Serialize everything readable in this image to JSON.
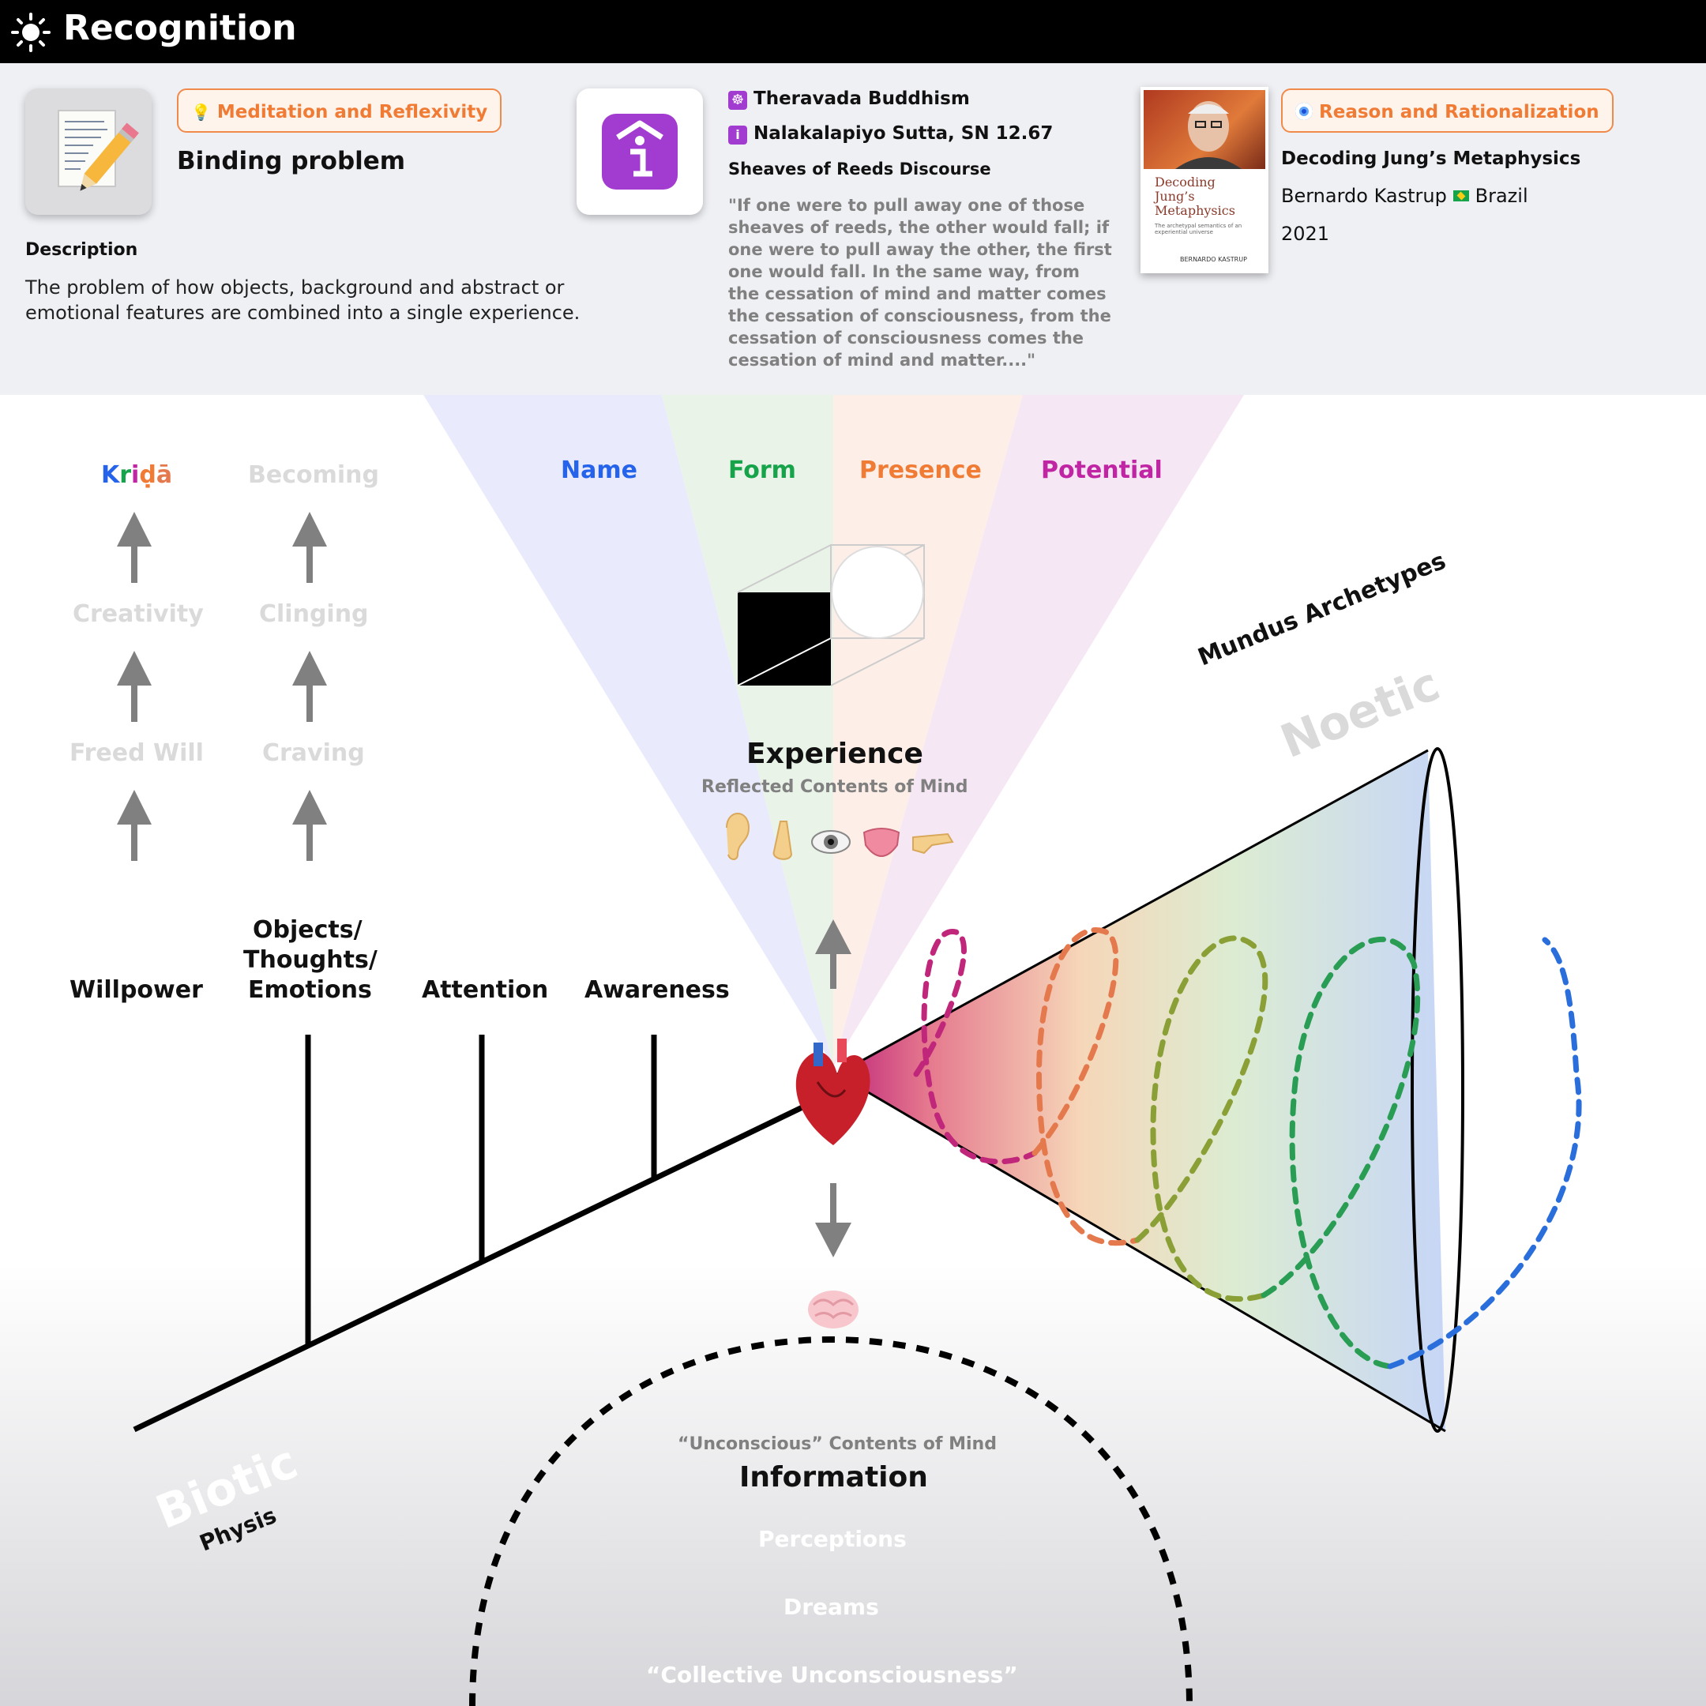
{
  "header": {
    "title": "Recognition",
    "icon": "sun-icon"
  },
  "card1": {
    "tag": "Meditation and Reflexivity",
    "tag_icon": "lightbulb-icon",
    "heading": "Binding problem",
    "description_label": "Description",
    "description_line1": "The problem of how objects, background and abstract or",
    "description_line2": "emotional features are combined into a single experience."
  },
  "card2": {
    "tradition": "Theravada Buddhism",
    "sutta": "Nalakalapiyo Sutta, SN 12.67",
    "subtitle": "Sheaves of Reeds Discourse",
    "quote_lines": [
      "\"If one were to pull away one of those",
      "sheaves of reeds, the other would fall; if",
      "one were to pull away the other, the first",
      "one would fall. In the same way, from",
      "the cessation of mind and matter comes",
      "the cessation of consciousness, from the",
      "cessation of consciousness comes the",
      "cessation of mind and matter....\""
    ]
  },
  "card3": {
    "tag": "Reason and Rationalization",
    "tag_icon": "nazar-eye-icon",
    "book_title": "Decoding Jung’s Metaphysics",
    "author": "Bernardo Kastrup",
    "country": "Brazil",
    "year": "2021",
    "cover_title_lines": [
      "Decoding",
      "Jung’s",
      "Metaphysics"
    ],
    "cover_subtitle": "The archetypal semantics of an experiential universe",
    "cover_author": "BERNARDO KASTRUP"
  },
  "diagram": {
    "left_col1": {
      "top": "Kriḍā",
      "mid": "Creativity",
      "low": "Freed Will"
    },
    "left_col2": {
      "top": "Becoming",
      "mid": "Clinging",
      "low": "Craving"
    },
    "beams": [
      {
        "label": "Name",
        "color": "#2563eb"
      },
      {
        "label": "Form",
        "color": "#16a34a"
      },
      {
        "label": "Presence",
        "color": "#f07b35"
      },
      {
        "label": "Potential",
        "color": "#c026a3"
      }
    ],
    "experience": "Experience",
    "experience_sub": "Reflected Contents of Mind",
    "senses": [
      "ear-icon",
      "nose-icon",
      "eye-icon",
      "tongue-icon",
      "hand-icon"
    ],
    "stalks": [
      "Willpower",
      "Objects/",
      "Thoughts/",
      "Emotions",
      "Attention",
      "Awareness"
    ],
    "mundus": "Mundus Archetypes",
    "noetic": "Noetic",
    "biotic": "Biotic",
    "physis": "Physis",
    "unconscious": "“Unconscious” Contents of Mind",
    "information": "Information",
    "info_items": [
      "Perceptions",
      "Dreams",
      "“Collective Unconsciousness”"
    ]
  }
}
